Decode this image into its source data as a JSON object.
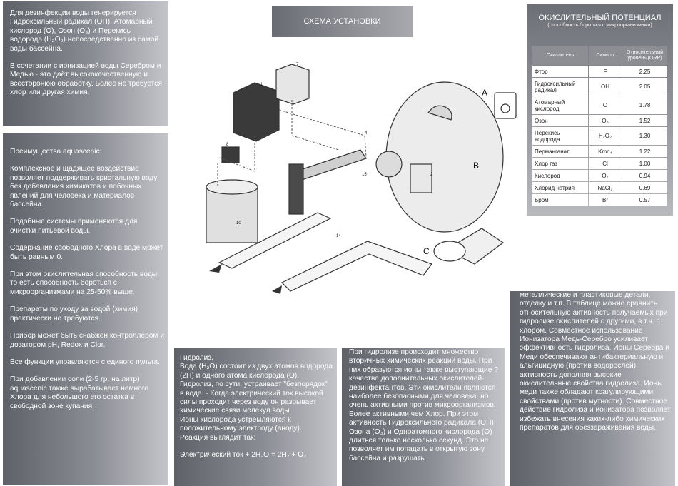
{
  "p1": [
    "Для дезинфекции воды генерируется Гидроксильный радикал (OH), Атомарный кислород (O), Озон (O₃) и Перекись водорода (H₂O₂) непосредственно из самой воды бассейна.",
    "В сочетании с ионизацией воды Серебром и Медью - это даёт высококачественную и всесторонюю обработку. Более не требуется хлор или другая химия."
  ],
  "p2": [
    "Преимущества aquascenic:",
    "Комплексное и щадящее воздействие позволяет поддерживать кристальную воду без добавления химикатов и побочных явлений для человека и материалов бассейна.",
    "Подобные системы применяются для очистки питьевой воды.",
    "Содержание свободного Хлора в воде может быть равным 0.",
    "При этом окислительная способность воды, то есть способность бороться с микроорганизмами на 25-50% выше.",
    "Препараты по уходу за водой (химия) практически не требуются.",
    "Прибор может быть снабжен контроллером и дозатором pH, Redox и Clor.",
    "Все функции управляются с единого пульта.",
    "При добавлении соли (2-5 гр. на литр) aquascenic также вырабатывает немного Хлора для небольшого его остатка в свободной зоне купания."
  ],
  "p3": [
    "Гидролиз.",
    "Вода (H₂O) состоит из двух атомов водорода (2H) и одного атома кислорода (O).",
    "Гидролиз, по сути, устраивает \"безпорядок\" в воде. - Когда электрический ток высокой силы проходит через воду он разрывает химические связи молекул воды.",
    "Ионы кислорода устремляются к положительному электроду (аноду).",
    "Реакция выглядит так:",
    "Электрический ток + 2H₂O = 2H₂ + O₂"
  ],
  "p4": "При гидролизе происходит множество вторичных химических реакций воды. При них образуются ионы также выступающие ? качестве дополнительных окислителей-дезинфектантов. Эти окислители являются наиболее безопасными для человека, но очень активными против микроорганизмов. Более активными чем Хлор. При этом активность Гидроксильного радикала (OH), Озона (O₃) и Одноатомного кислорода (O) длиться только несколько секунд. Это не позволяет им попадать в открытую зону бассейна и разрушать",
  "p5": "металлические и пластиковые детали, отделку и т.п. В таблице можно сравнить относительную активность получаемых при гидролизе окислителей с другими, в т.ч. с хлором. Совместное использование Ионизатора Медь-Серебро усиливает эффективность гидролиза. Ионы Серебра и Меди обеспечивают антибактериальную и альгицидную (против водорослей) активность дополняя высокие окислительные свойства гидролиза. Ионы меди также обладают коагулирующими свойствами (против мутности). Совместное действие гидролиза и ионизатора позволяет избежать внесения каких-либо химических препаратов для обеззараживания воды.",
  "title": "СХЕМА УСТАНОВКИ",
  "orp": {
    "title": "ОКИСЛИТЕЛЬНЫЙ ПОТЕНЦИАЛ",
    "subtitle": "(способность бороться с микроорганизмами)",
    "headers": [
      "Окислитель",
      "Символ",
      "Относительный уровень (ORP)"
    ],
    "rows": [
      [
        "Фтор",
        "F",
        "2.25"
      ],
      [
        "Гидроксильный радикал",
        "OH",
        "2.05"
      ],
      [
        "Атомарный кислород",
        "O",
        "1.78"
      ],
      [
        "Озон",
        "O₃",
        "1.52"
      ],
      [
        "Перекись водорода",
        "H₂O₂",
        "1.30"
      ],
      [
        "Перманганат",
        "Kmn₄",
        "1.22"
      ],
      [
        "Хлор газ",
        "Cl",
        "1.00"
      ],
      [
        "Кислород",
        "O₂",
        "0.94"
      ],
      [
        "Хлорид натрия",
        "NaCl₂",
        "0.69"
      ],
      [
        "Бром",
        "Br",
        "0.57"
      ]
    ]
  },
  "diagram": {
    "labels": {
      "a": "A",
      "b": "B",
      "c": "C"
    },
    "numbers": [
      "1",
      "2",
      "7",
      "8",
      "10",
      "14",
      "15",
      "4"
    ]
  }
}
